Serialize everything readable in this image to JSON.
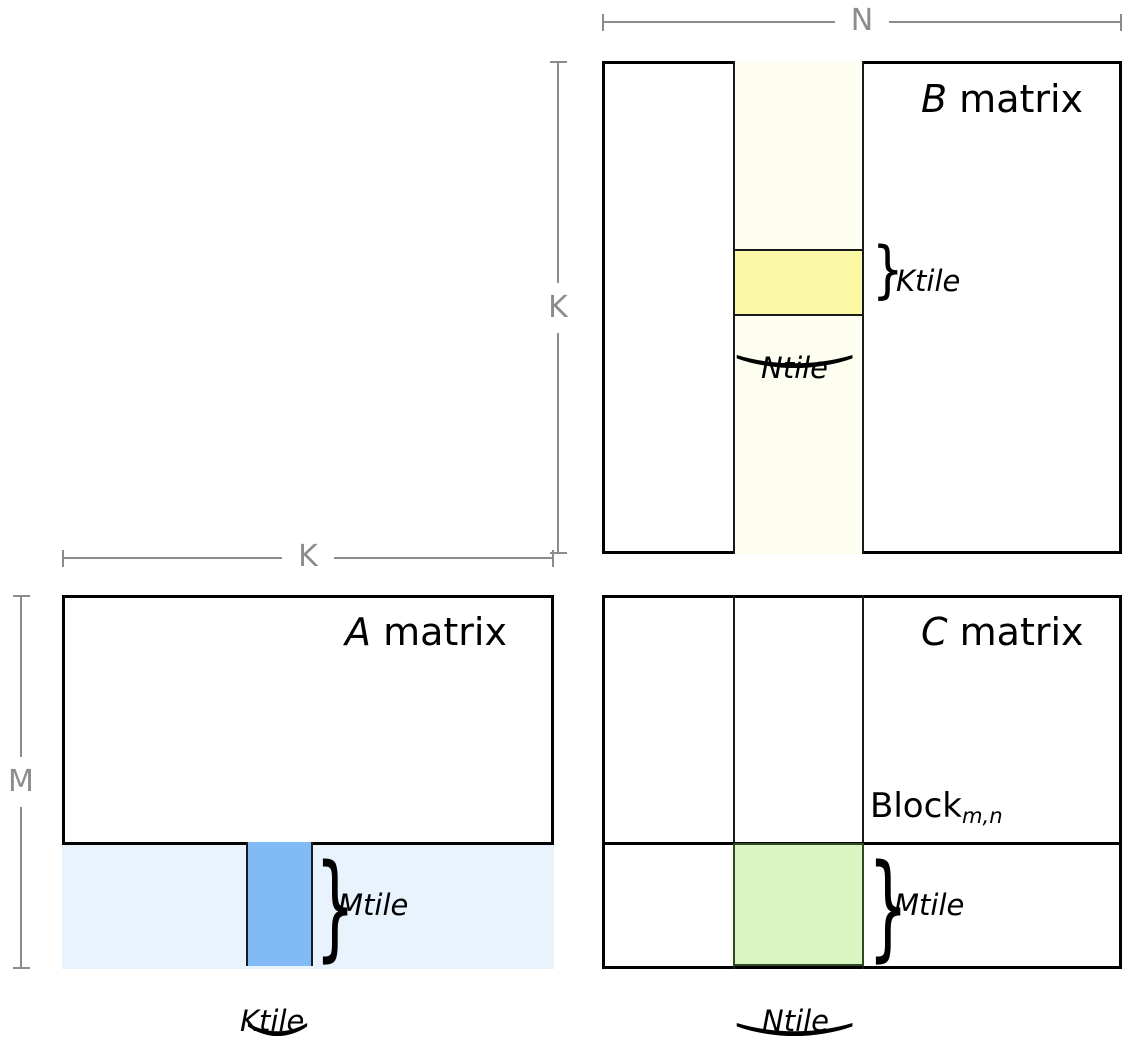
{
  "diagram": {
    "title": "Blocked matrix multiplication tiling (A x B = C)",
    "matrices": {
      "a": {
        "var": "A",
        "word": "matrix"
      },
      "b": {
        "var": "B",
        "word": "matrix"
      },
      "c": {
        "var": "C",
        "word": "matrix"
      }
    },
    "dimensions": {
      "n_top": "N",
      "k_right_vertical": "K",
      "k_bottom_horizontal": "K",
      "m_left_vertical": "M"
    },
    "tile_labels": {
      "b_ktile": "Ktile",
      "b_ntile": "Ntile",
      "a_mtile": "Mtile",
      "a_ktile": "Ktile",
      "c_mtile": "Mtile",
      "c_ntile": "Ntile"
    },
    "block_label": {
      "base": "Block",
      "subscript": "m,n"
    },
    "braces": {
      "right_brace": "}",
      "bottom_brace": "⏝"
    },
    "colors": {
      "outline": "#000000",
      "dimension_grey": "#8c8c8c",
      "b_strip_fill": "#fdfdf0",
      "b_tile_fill": "#fbf8a6",
      "a_band_fill": "#e8f3fd",
      "a_tile_fill": "#80bbf5",
      "c_tile_fill": "#d9f5c2",
      "background": "#ffffff"
    }
  }
}
